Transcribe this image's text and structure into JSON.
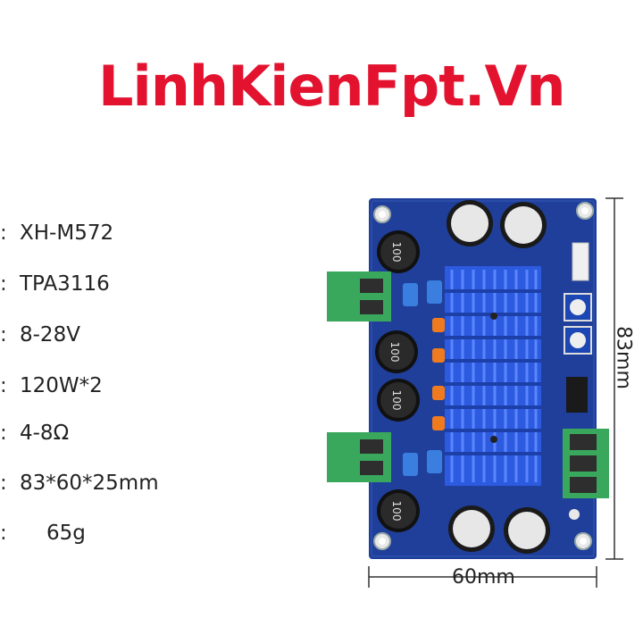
{
  "brand": {
    "text": "LinhKienFpt.Vn",
    "color": "#e3122f"
  },
  "specs": [
    {
      "separator": ":",
      "value": "XH-M572"
    },
    {
      "separator": ":",
      "value": "TPA3116"
    },
    {
      "separator": ":",
      "value": "8-28V"
    },
    {
      "separator": ":",
      "value": "120W*2"
    },
    {
      "separator": ":",
      "value": "4-8Ω"
    },
    {
      "separator": ":",
      "value": "83*60*25mm"
    },
    {
      "separator": ":",
      "value": "65g"
    }
  ],
  "dimensions": {
    "width_label": "60mm",
    "height_label": "83mm"
  },
  "board": {
    "pcb_color": "#1f3f9a",
    "heatsink_color": "#2d5be0",
    "terminal_color": "#3aa85c",
    "inductor_label": "100"
  }
}
